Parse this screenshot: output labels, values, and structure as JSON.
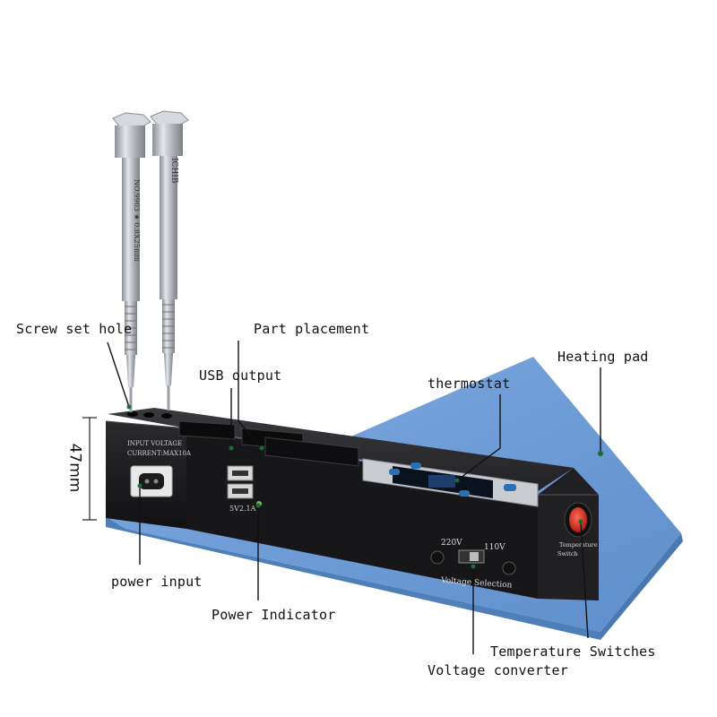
{
  "labels": {
    "screw_set_hole": "Screw set hole",
    "part_placement": "Part placement",
    "usb_output": "USB output",
    "heating_pad": "Heating pad",
    "thermostat": "thermostat",
    "height": "47mm",
    "power_input": "power input",
    "power_indicator": "Power Indicator",
    "temperature_switches": "Temperature Switches",
    "voltage_converter": "Voltage converter"
  },
  "device_print": {
    "input_voltage": "INPUT VOLTAGE",
    "current": "CURRENT:MAX10A",
    "usb_rating": "5V2.1A",
    "v220": "220V",
    "v110": "110V",
    "voltage_selection": "Voltage Selection",
    "temp_switch_1": "Temperature",
    "temp_switch_2": "Switch",
    "screwdriver_model": "NO.9903 ★ 0.8X25mm",
    "screwdriver_brand": "ICHIB"
  },
  "colors": {
    "pad": "#6f9fd6",
    "pad_edge": "#4f7fb8",
    "body": "#1c1c1e",
    "body_side": "#0e0e10",
    "steel": "#b9bdc2",
    "switch_red": "#d8261b",
    "display_blue": "#2b6fb5"
  }
}
